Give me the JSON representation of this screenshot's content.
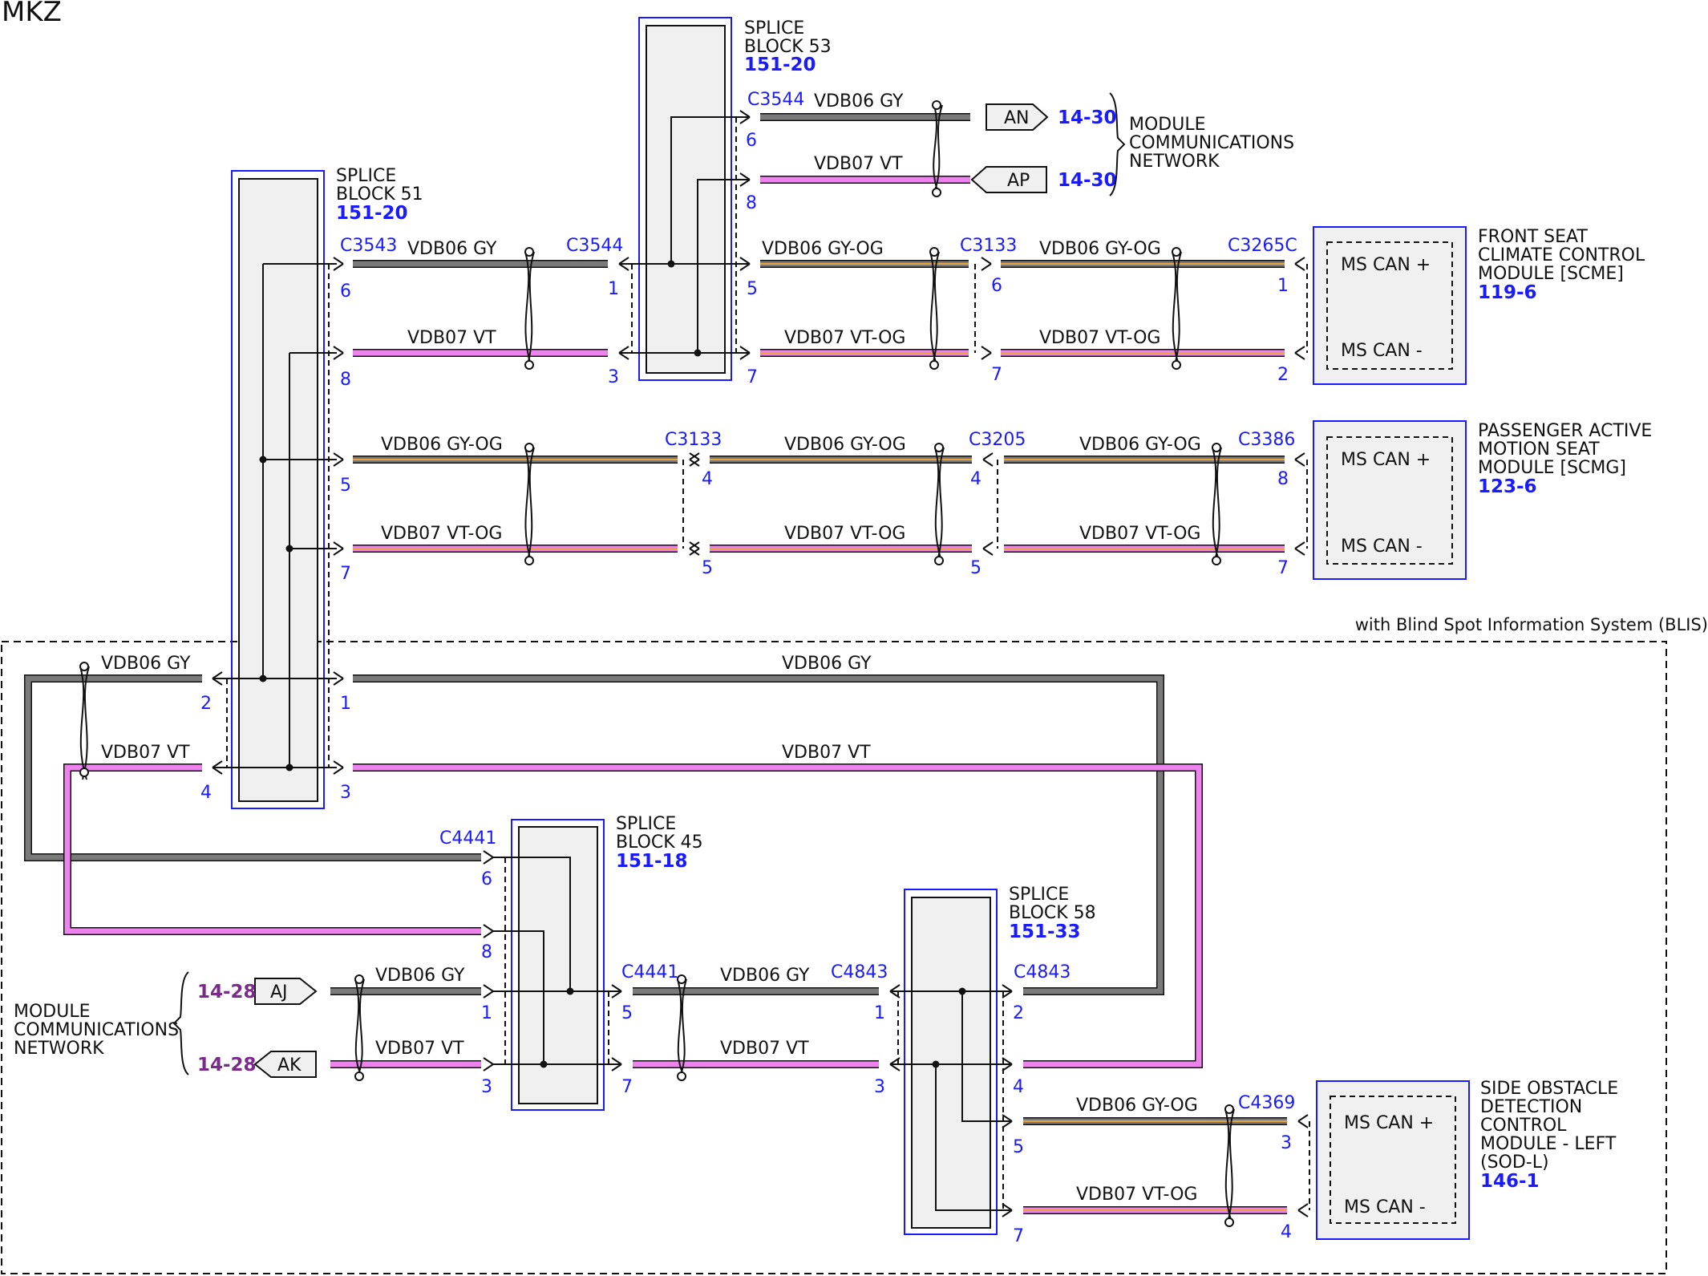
{
  "page_title": "MKZ",
  "colors": {
    "gray_wire": "#7a7a7a",
    "violet_wire": "#ee82ee",
    "orange_tracer": "#e8a33a",
    "connector_blue": "#1a1aff",
    "ref_blue": "#1a1aff",
    "ref_purple": "#7a2a8a",
    "box_fill": "#f0f0f0"
  },
  "blis_label": "with Blind Spot Information System (BLIS)",
  "splices": {
    "sb53": {
      "name1": "SPLICE",
      "name2": "BLOCK 53",
      "ref": "151-20"
    },
    "sb51": {
      "name1": "SPLICE",
      "name2": "BLOCK 51",
      "ref": "151-20"
    },
    "sb45": {
      "name1": "SPLICE",
      "name2": "BLOCK 45",
      "ref": "151-18"
    },
    "sb58": {
      "name1": "SPLICE",
      "name2": "BLOCK 58",
      "ref": "151-33"
    }
  },
  "modules": {
    "scme": {
      "l1": "FRONT SEAT",
      "l2": "CLIMATE CONTROL",
      "l3": "MODULE [SCME]",
      "ref": "119-6",
      "pin_plus": "MS CAN +",
      "pin_minus": "MS CAN -"
    },
    "scmg": {
      "l1": "PASSENGER ACTIVE",
      "l2": "MOTION SEAT",
      "l3": "MODULE [SCMG]",
      "ref": "123-6",
      "pin_plus": "MS CAN +",
      "pin_minus": "MS CAN -"
    },
    "sodl": {
      "l1": "SIDE OBSTACLE",
      "l2": "DETECTION",
      "l3": "CONTROL",
      "l4": "MODULE - LEFT",
      "l5": "(SOD-L)",
      "ref": "146-1",
      "pin_plus": "MS CAN +",
      "pin_minus": "MS CAN -"
    }
  },
  "networks": {
    "top": {
      "l1": "MODULE",
      "l2": "COMMUNICATIONS",
      "l3": "NETWORK"
    },
    "bottom": {
      "l1": "MODULE",
      "l2": "COMMUNICATIONS",
      "l3": "NETWORK"
    }
  },
  "flags": {
    "an": {
      "label": "AN",
      "ref": "14-30"
    },
    "ap": {
      "label": "AP",
      "ref": "14-30"
    },
    "aj": {
      "label": "AJ",
      "ref": "14-28"
    },
    "ak": {
      "label": "AK",
      "ref": "14-28"
    }
  },
  "connectors": {
    "c3544_top": "C3544",
    "c3543": "C3543",
    "c3544_mid": "C3544",
    "c3133_a": "C3133",
    "c3265c": "C3265C",
    "c3133_b": "C3133",
    "c3205": "C3205",
    "c3386": "C3386",
    "c4441_a": "C4441",
    "c4441_b": "C4441",
    "c4843_a": "C4843",
    "c4843_b": "C4843",
    "c4369": "C4369"
  },
  "pins": {
    "p_an": "6",
    "p_ap": "8",
    "p_sb51_6": "6",
    "p_sb51_8": "8",
    "p_sb51_5": "5",
    "p_sb51_7": "7",
    "p_sb51_1": "1",
    "p_sb51_3": "3",
    "p_sb51_2": "2",
    "p_sb51_4": "4",
    "p_sb53_1": "1",
    "p_sb53_3": "3",
    "p_sb53_5": "5",
    "p_sb53_7": "7",
    "p_c3133a_6": "6",
    "p_c3133a_7": "7",
    "p_scme_1": "1",
    "p_scme_2": "2",
    "p_c3133b_4": "4",
    "p_c3133b_5": "5",
    "p_c3205_4": "4",
    "p_c3205_5": "5",
    "p_scmg_8": "8",
    "p_scmg_7": "7",
    "p_sb45_6": "6",
    "p_sb45_8": "8",
    "p_sb45_1": "1",
    "p_sb45_3": "3",
    "p_sb45_5": "5",
    "p_sb45_7": "7",
    "p_sb58_1": "1",
    "p_sb58_3": "3",
    "p_sb58_2": "2",
    "p_sb58_4": "4",
    "p_sb58_5": "5",
    "p_sb58_7": "7",
    "p_sodl_3": "3",
    "p_sodl_4": "4"
  },
  "wires": {
    "w_an": "VDB06  GY",
    "w_ap": "VDB07  VT",
    "w_top_gy": "VDB06  GY",
    "w_top_vt": "VDB07  VT",
    "w_scme1_gy": "VDB06  GY-OG",
    "w_scme1_vt": "VDB07  VT-OG",
    "w_scme2_gy": "VDB06  GY-OG",
    "w_scme2_vt": "VDB07  VT-OG",
    "w_scmg1_gy": "VDB06  GY-OG",
    "w_scmg1_vt": "VDB07  VT-OG",
    "w_scmg2_gy": "VDB06  GY-OG",
    "w_scmg2_vt": "VDB07  VT-OG",
    "w_scmg3_gy": "VDB06  GY-OG",
    "w_scmg3_vt": "VDB07  VT-OG",
    "w_left_gy": "VDB06  GY",
    "w_left_vt": "VDB07  VT",
    "w_long_gy": "VDB06  GY",
    "w_long_vt": "VDB07  VT",
    "w_aj": "VDB06  GY",
    "w_ak": "VDB07  VT",
    "w_mid_gy": "VDB06  GY",
    "w_mid_vt": "VDB07  VT",
    "w_sodl_gy": "VDB06  GY-OG",
    "w_sodl_vt": "VDB07  VT-OG"
  }
}
